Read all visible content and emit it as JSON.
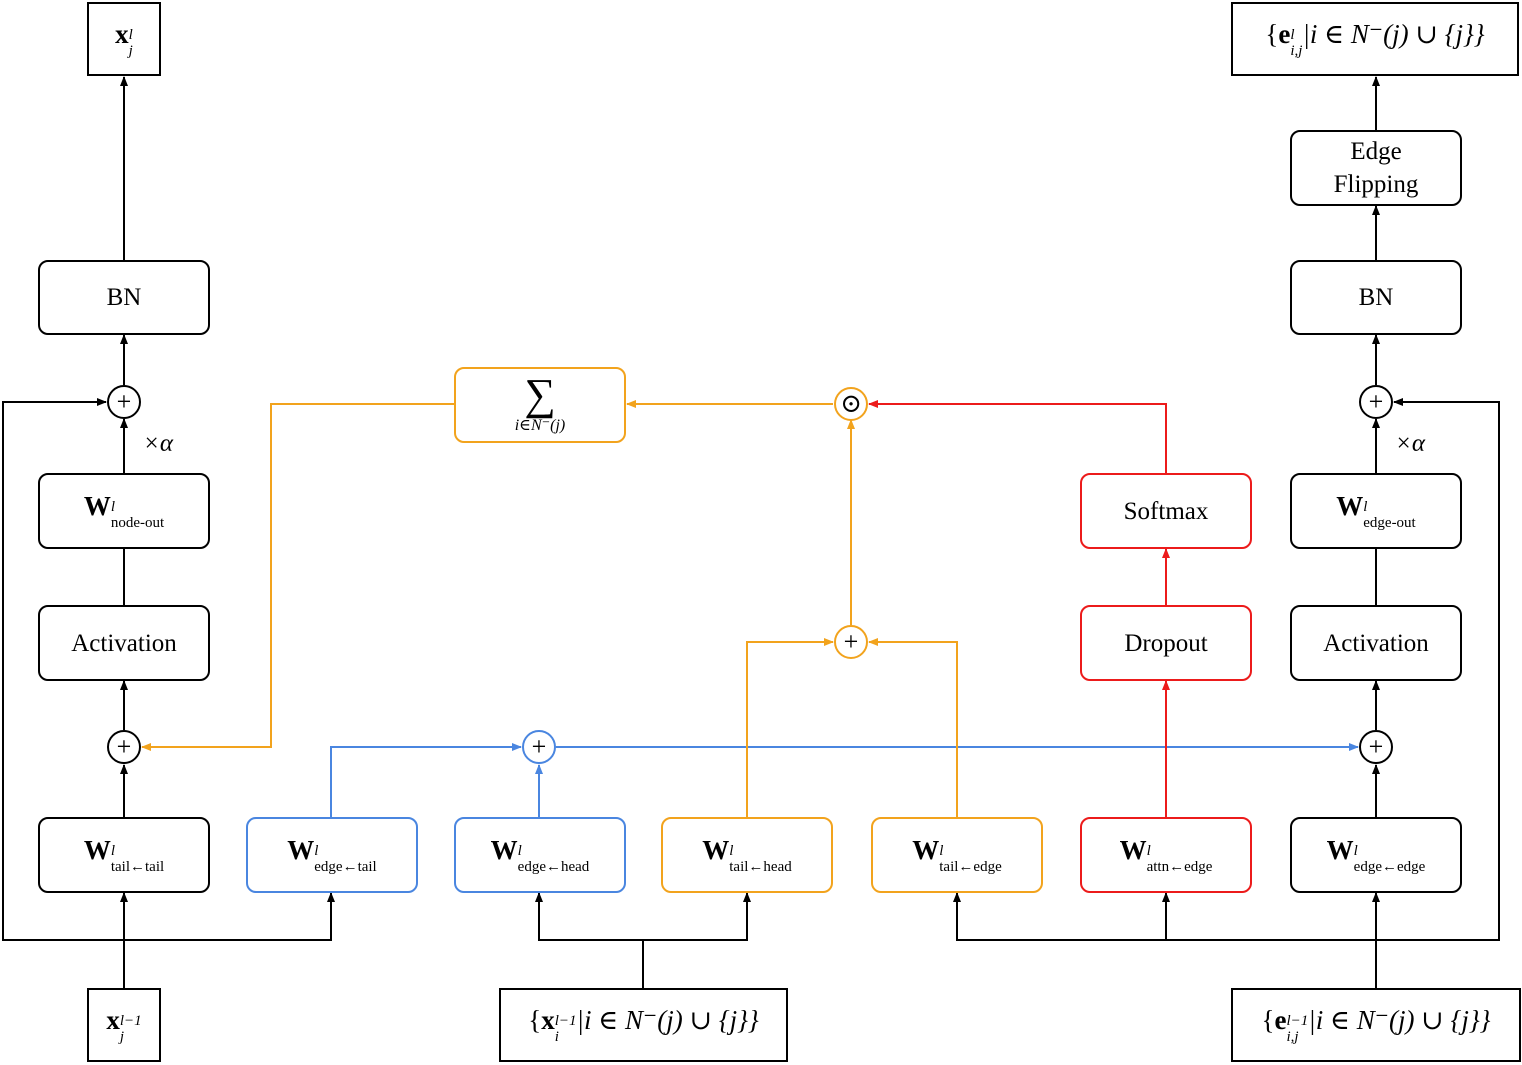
{
  "nodes": {
    "out_node": {
      "base": "x",
      "sup": "l",
      "sub": "j"
    },
    "out_edge": {
      "open": "{",
      "base": "e",
      "sup": "l",
      "sub": "i,j",
      "cond": "|i ∈ N⁻(j) ∪ {j}}"
    },
    "in_node": {
      "base": "x",
      "sup": "l−1",
      "sub": "j"
    },
    "in_neighbors": {
      "open": "{",
      "base": "x",
      "sup": "l−1",
      "sub": "i",
      "cond": "|i ∈ N⁻(j) ∪ {j}}"
    },
    "in_edge": {
      "open": "{",
      "base": "e",
      "sup": "l−1",
      "sub": "i,j",
      "cond": "|i ∈ N⁻(j) ∪ {j}}"
    }
  },
  "blocks": {
    "bn_left": "BN",
    "bn_right": "BN",
    "edge_flipping": "Edge Flipping",
    "activation_left": "Activation",
    "activation_right": "Activation",
    "softmax": "Softmax",
    "dropout": "Dropout",
    "sum_symbol": "∑",
    "sum_sub": "i∈N⁻(j)"
  },
  "weights": {
    "base": "W",
    "sup": "l",
    "node_out": "node-out",
    "edge_out": "edge-out",
    "tail_tail": "tail←tail",
    "edge_tail": "edge←tail",
    "edge_head": "edge←head",
    "tail_head": "tail←head",
    "tail_edge": "tail←edge",
    "attn_edge": "attn←edge",
    "edge_edge": "edge←edge"
  },
  "ops": {
    "plus": "+",
    "odot": "⊙",
    "scale_left": "×α",
    "scale_right": "×α"
  },
  "colors": {
    "black": "#000000",
    "blue": "#4a86e0",
    "orange": "#f2a31d",
    "red": "#ec1b1b"
  }
}
